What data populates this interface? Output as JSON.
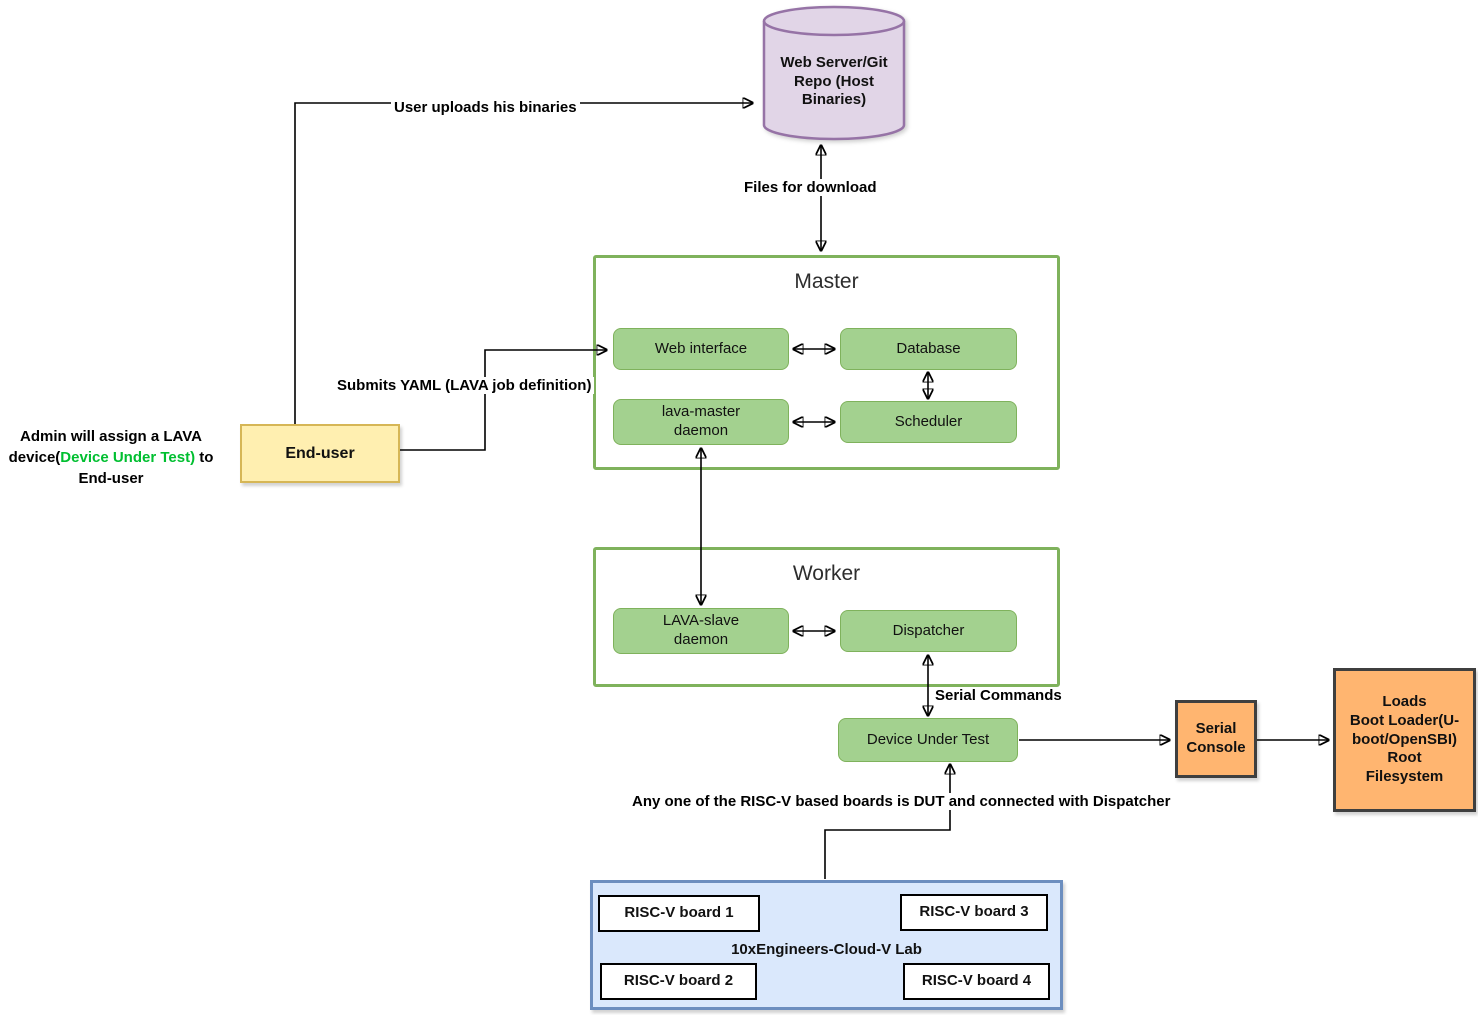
{
  "colors": {
    "green-fill": "#A3D18F",
    "green-border": "#7FB25C",
    "purple-fill": "#E1D5E7",
    "purple-border": "#9673A6",
    "yellow-fill": "#FFEFB0",
    "yellow-border": "#D6B656",
    "orange-fill": "#FFB570",
    "orange-border": "#3F3F3F",
    "blue-fill": "#DAE8FC",
    "blue-border": "#6C8EBF",
    "line": "#000000",
    "accent-green-text": "#00BF30"
  },
  "nodes": {
    "web_server": {
      "label": "Web Server/Git Repo (Host Binaries)"
    },
    "end_user": {
      "label": "End-user"
    },
    "master": {
      "title": "Master",
      "web_interface": "Web interface",
      "database": "Database",
      "lava_master_daemon": [
        "lava-master",
        "daemon"
      ],
      "scheduler": "Scheduler"
    },
    "worker": {
      "title": "Worker",
      "lava_slave_daemon": [
        "LAVA-slave",
        "daemon"
      ],
      "dispatcher": "Dispatcher"
    },
    "dut": {
      "label": "Device Under Test"
    },
    "serial_console": {
      "label": [
        "Serial",
        "Console"
      ]
    },
    "loads_box": {
      "label": [
        "Loads",
        "Boot Loader(U-",
        "boot/OpenSBI)",
        "Root",
        "Filesystem"
      ]
    },
    "lab": {
      "title": "10xEngineers-Cloud-V Lab",
      "board1": "RISC-V board 1",
      "board2": "RISC-V board 2",
      "board3": "RISC-V board 3",
      "board4": "RISC-V board 4"
    }
  },
  "edge_labels": {
    "upload": "User uploads his binaries",
    "files_download": "Files for download",
    "submits_yaml": "Submits YAML (LAVA job definition)",
    "serial_commands": "Serial Commands",
    "dut_note": "Any one of the RISC-V based boards is DUT and connected with Dispatcher"
  },
  "annotations": {
    "admin_note_part1": "Admin will assign a LAVA device(",
    "admin_note_green": "Device Under Test)",
    "admin_note_part2": " to End-user"
  }
}
